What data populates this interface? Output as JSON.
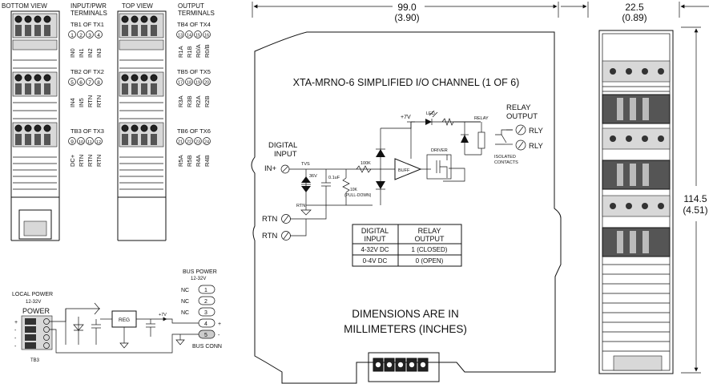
{
  "left_panel": {
    "bottom_view_label": "BOTTOM VIEW",
    "input_header": [
      "INPUT/PWR",
      "TERMINALS"
    ],
    "tb1": "TB1 OF TX1",
    "tb1_nums": [
      "1",
      "2",
      "3",
      "4"
    ],
    "tb1_sigs": [
      "IN0",
      "IN1",
      "IN2",
      "IN3"
    ],
    "tb2": "TB2 OF TX2",
    "tb2_nums": [
      "5",
      "6",
      "7",
      "8"
    ],
    "tb2_sigs": [
      "IN4",
      "IN5",
      "RTN",
      "RTN"
    ],
    "tb3": "TB3 OF TX3",
    "tb3_nums": [
      "9",
      "10",
      "11",
      "12"
    ],
    "tb3_sigs": [
      "DC+",
      "RTN",
      "RTN",
      "RTN"
    ],
    "top_view_label": "TOP VIEW",
    "output_header": [
      "OUTPUT",
      "TERMINALS"
    ],
    "tb4": "TB4 OF TX4",
    "tb4_nums": [
      "13",
      "14",
      "15",
      "16"
    ],
    "tb4_sigs": [
      "R1A",
      "R1B",
      "R0/A",
      "R0/B"
    ],
    "tb5": "TB5 OF TX5",
    "tb5_nums": [
      "17",
      "18",
      "19",
      "20"
    ],
    "tb5_sigs": [
      "R3A",
      "R3B",
      "R2A",
      "R2B"
    ],
    "tb6": "TB6 OF TX6",
    "tb6_nums": [
      "21",
      "22",
      "23",
      "24"
    ],
    "tb6_sigs": [
      "R5A",
      "R5B",
      "R4A",
      "R4B"
    ]
  },
  "power": {
    "local_power": "LOCAL POWER",
    "local_range": "12-32V",
    "power_label": "POWER",
    "reg": "REG",
    "v7": "+7V",
    "tb3": "TB3",
    "plus": "+",
    "minus": "-",
    "bus_power": "BUS POWER",
    "bus_range": "12-32V",
    "nc": "NC",
    "bus_pins": [
      "1",
      "2",
      "3",
      "4",
      "5"
    ],
    "bus_conn": "BUS CONN"
  },
  "center": {
    "dim_width": "99.0",
    "dim_width_in": "(3.90)",
    "title": "XTA-MRNO-6 SIMPLIFIED I/O CHANNEL (1 OF 6)",
    "v7": "+7V",
    "led": "LED",
    "relay": "RELAY",
    "relay_output": [
      "RELAY",
      "OUTPUT"
    ],
    "rly": "RLY",
    "digital_input": [
      "DIGITAL",
      "INPUT"
    ],
    "in_plus": "IN+",
    "tvs": "TVS",
    "v36": "36V",
    "r100k": "100K",
    "cap": "0.1uF",
    "r10k": "10K",
    "pulldown": "(PULL-DOWN)",
    "buff": "BUFF",
    "driver": "DRIVER",
    "isolated": [
      "ISOLATED",
      "CONTACTS"
    ],
    "rtn": "RTN",
    "table_headers": [
      [
        "DIGITAL",
        "INPUT"
      ],
      [
        "RELAY",
        "OUTPUT"
      ]
    ],
    "table_rows": [
      [
        "4-32V DC",
        "1 (CLOSED)"
      ],
      [
        "0-4V DC",
        "0 (OPEN)"
      ]
    ],
    "dimensions_note": [
      "DIMENSIONS ARE IN",
      "MILLIMETERS (INCHES)"
    ]
  },
  "right": {
    "dim_width": "22.5",
    "dim_width_in": "(0.89)",
    "dim_height": "114.5",
    "dim_height_in": "(4.51)"
  }
}
